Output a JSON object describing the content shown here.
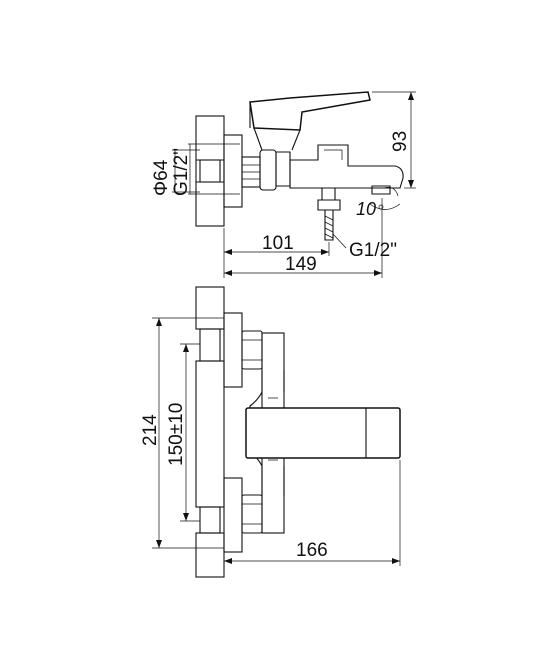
{
  "diagram": {
    "top_view": {
      "dim_diameter": "Φ64",
      "dim_thread_inlet": "G1/2\"",
      "dim_height": "93",
      "dim_angle": "10",
      "dim_depth_spout": "101",
      "dim_depth_total": "149",
      "dim_thread_outlet": "G1/2\""
    },
    "front_view": {
      "dim_total_height": "214",
      "dim_center_distance": "150±10",
      "dim_width": "166"
    }
  }
}
